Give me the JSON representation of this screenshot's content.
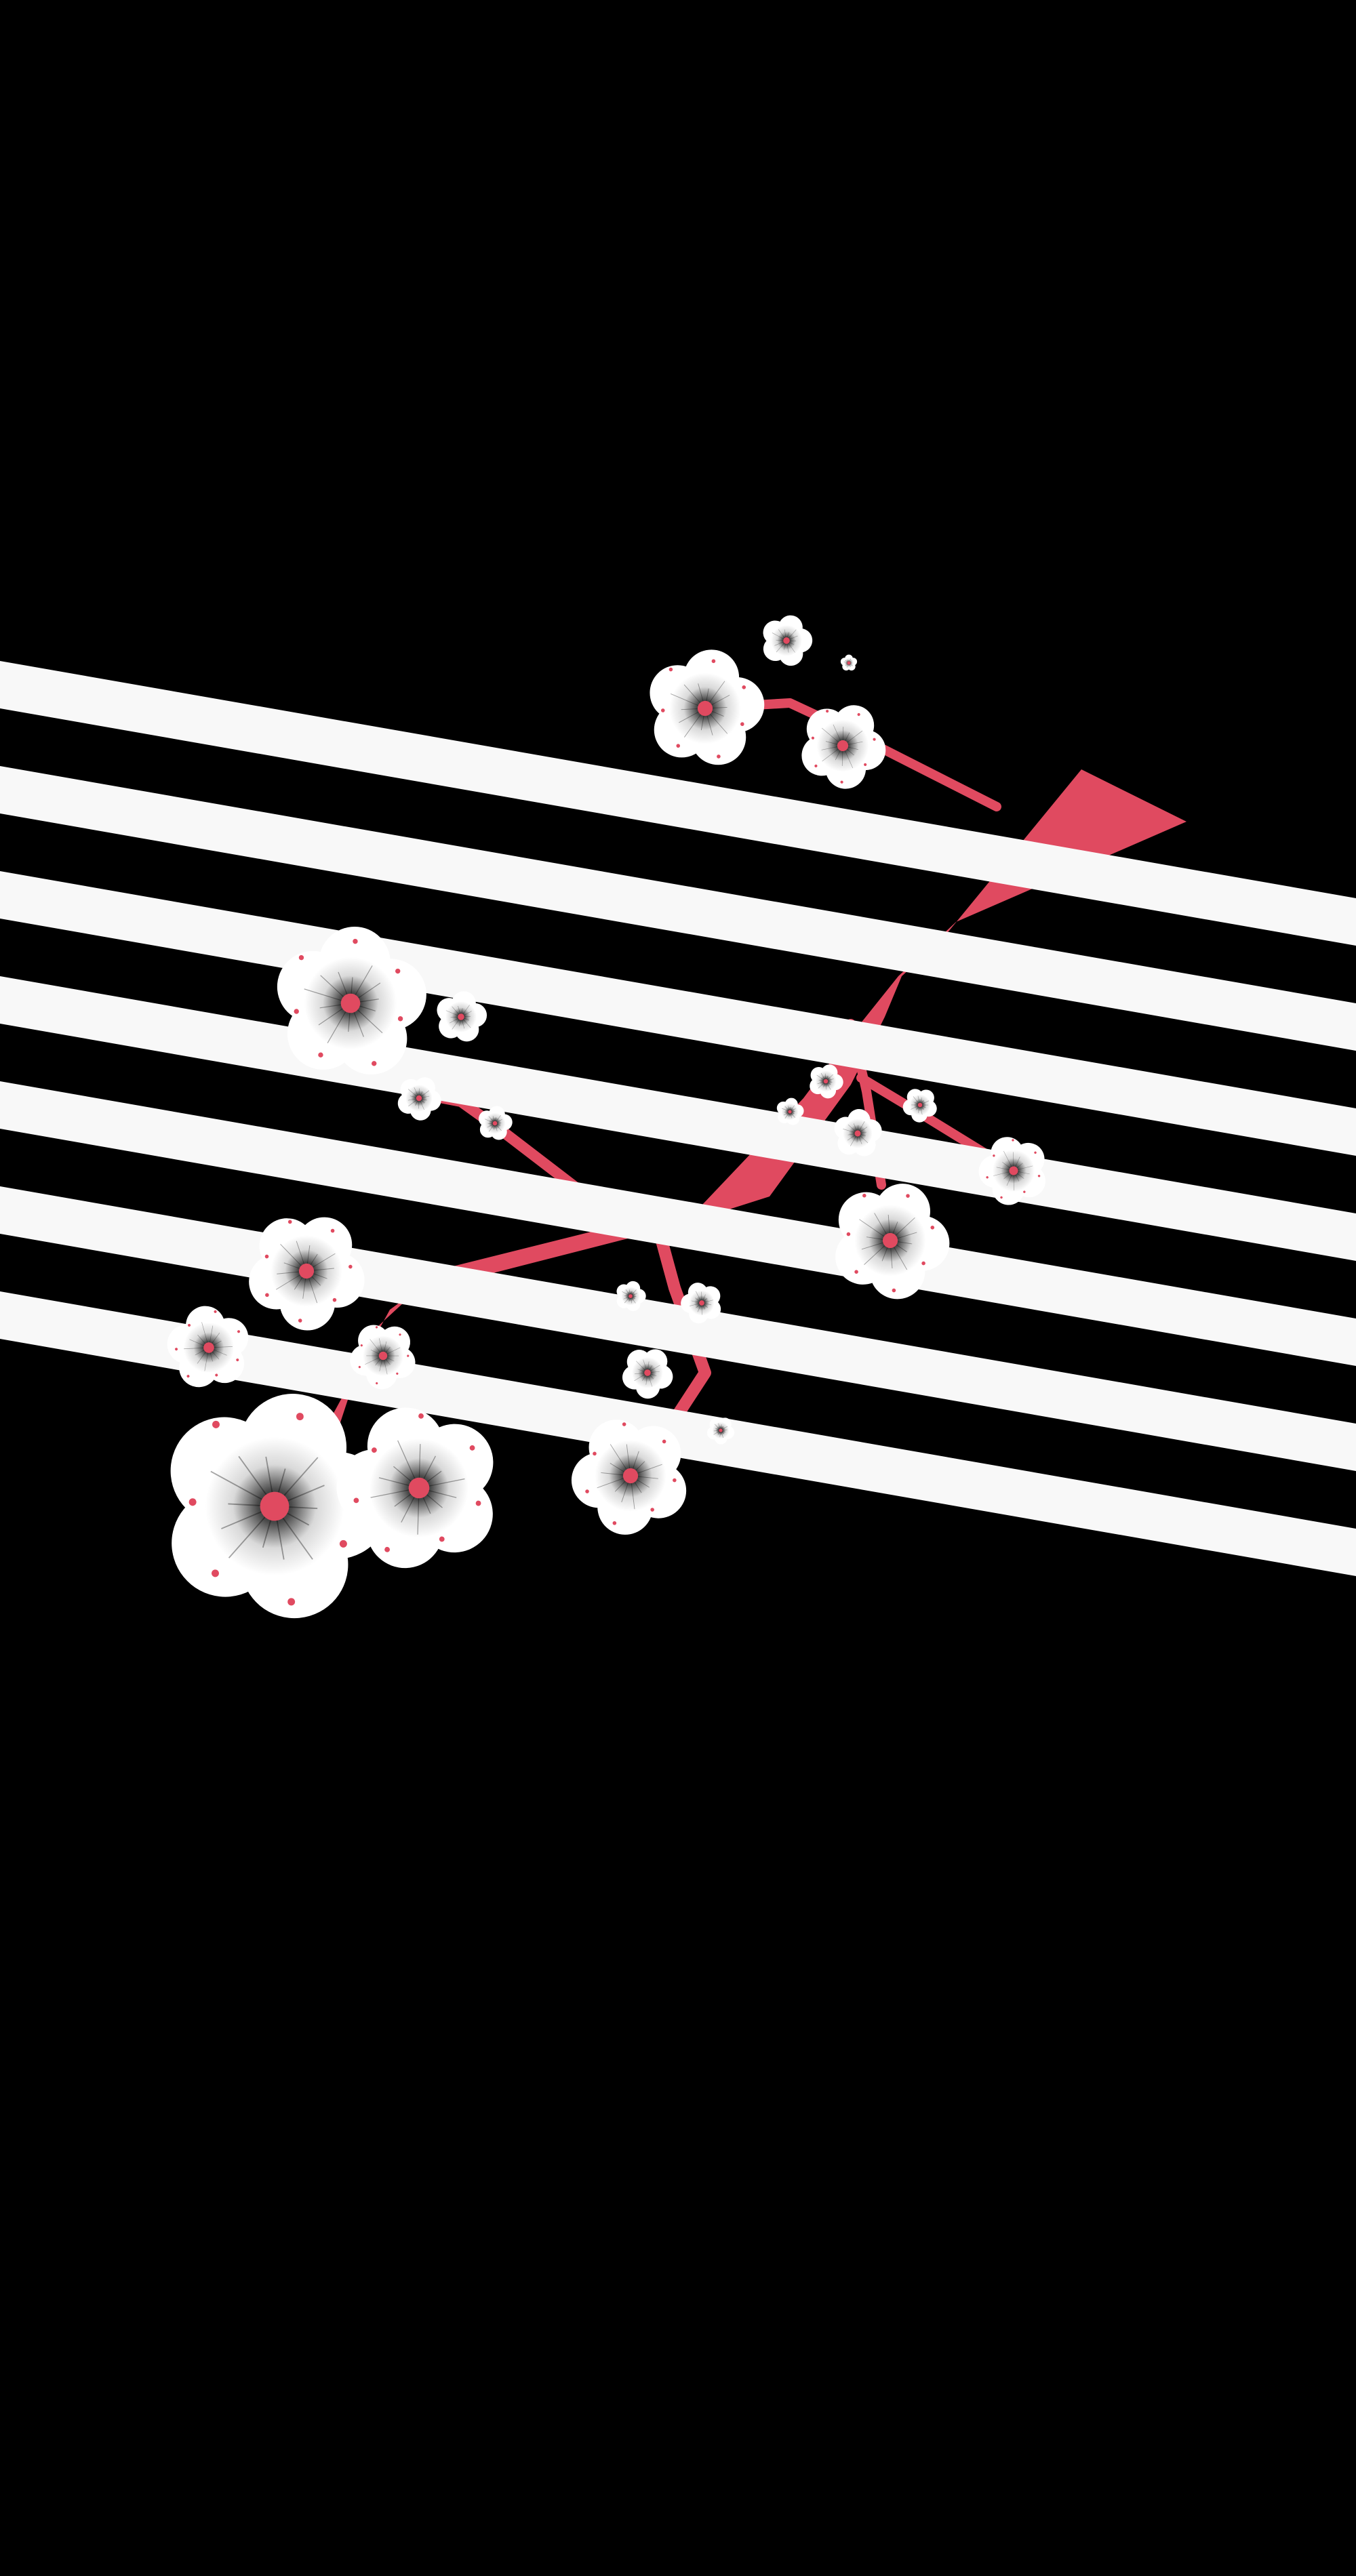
{
  "wallpaper": {
    "style": "minimal abstract cherry blossom branch over diagonal stripes",
    "colors": {
      "background": "#000000",
      "stripe": "#f8f8f8",
      "branch": "#e04a60",
      "petal": "#ffffff",
      "flower_center": "#e04a60",
      "flower_shadow": "#000000"
    },
    "stripe_count": 7,
    "flower_count": 30
  }
}
